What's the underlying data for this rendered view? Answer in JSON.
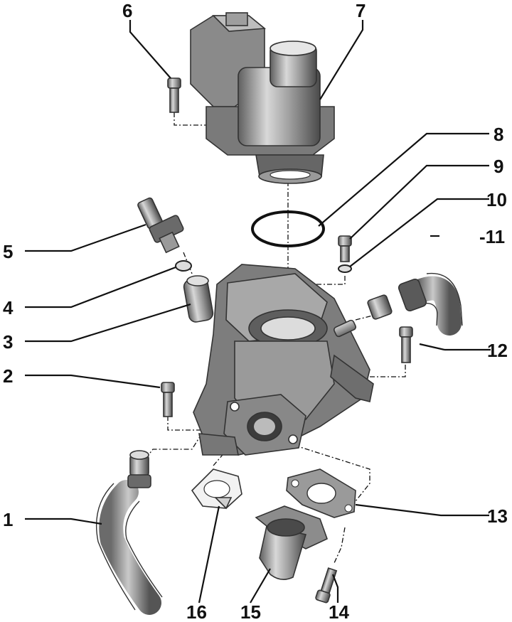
{
  "diagram": {
    "callouts": [
      {
        "id": "1",
        "label": "1"
      },
      {
        "id": "2",
        "label": "2"
      },
      {
        "id": "3",
        "label": "3"
      },
      {
        "id": "4",
        "label": "4"
      },
      {
        "id": "5",
        "label": "5"
      },
      {
        "id": "6",
        "label": "6"
      },
      {
        "id": "7",
        "label": "7"
      },
      {
        "id": "8",
        "label": "8"
      },
      {
        "id": "9",
        "label": "9"
      },
      {
        "id": "10",
        "label": "10"
      },
      {
        "id": "11",
        "label": "-11"
      },
      {
        "id": "12",
        "label": "12"
      },
      {
        "id": "13",
        "label": "13"
      },
      {
        "id": "14",
        "label": "14"
      },
      {
        "id": "15",
        "label": "15"
      },
      {
        "id": "16",
        "label": "16"
      }
    ]
  }
}
